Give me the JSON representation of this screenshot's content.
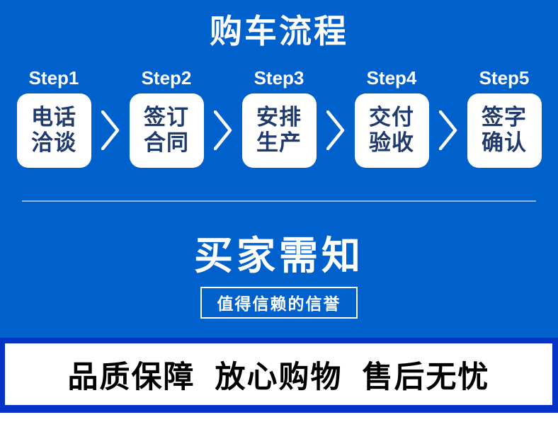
{
  "colors": {
    "main_background": "#0060cc",
    "frame_background": "#0433c5",
    "step_box_background": "#ffffff",
    "step_box_text": "#1e3a6e",
    "title_text": "#ffffff",
    "banner_text": "#000000",
    "divider": "rgba(255,255,255,0.55)"
  },
  "process": {
    "title": "购车流程",
    "steps": [
      {
        "label": "Step1",
        "line1": "电话",
        "line2": "洽谈"
      },
      {
        "label": "Step2",
        "line1": "签订",
        "line2": "合同"
      },
      {
        "label": "Step3",
        "line1": "安排",
        "line2": "生产"
      },
      {
        "label": "Step4",
        "line1": "交付",
        "line2": "验收"
      },
      {
        "label": "Step5",
        "line1": "签字",
        "line2": "确认"
      }
    ]
  },
  "notice": {
    "title": "买家需知",
    "tagline": "值得信赖的信誉"
  },
  "banner": {
    "text": "品质保障 放心购物 售后无忧"
  }
}
